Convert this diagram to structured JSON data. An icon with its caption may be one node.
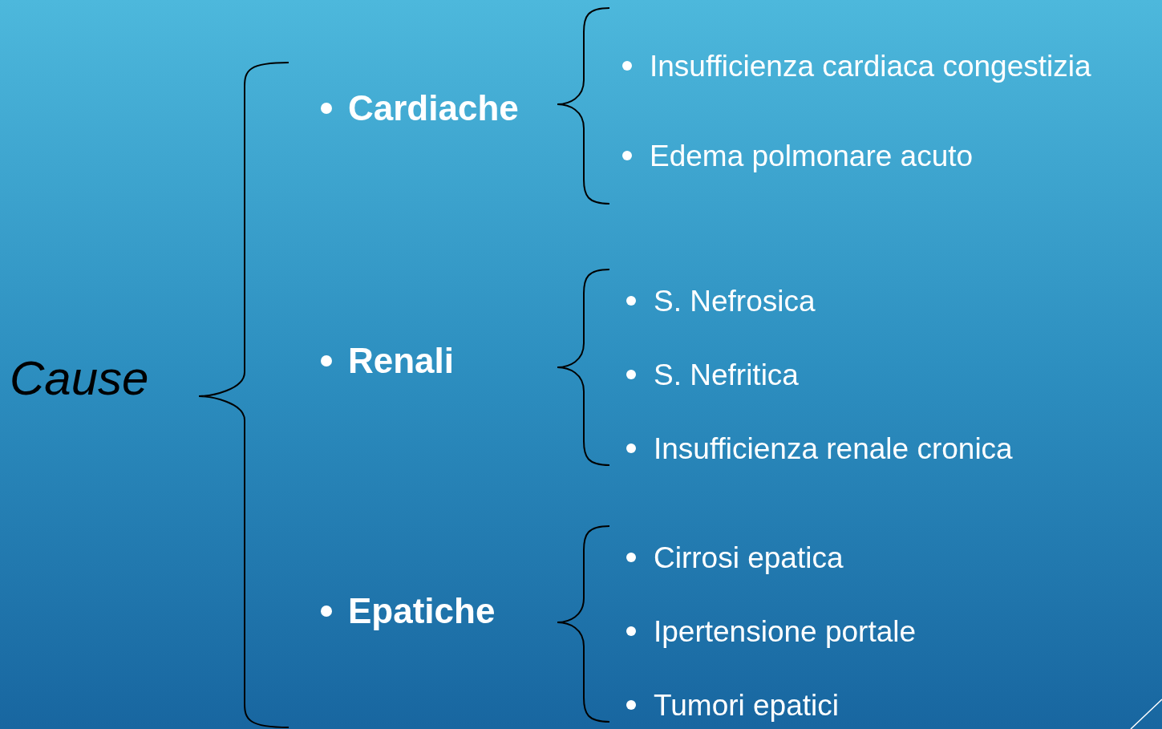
{
  "diagram": {
    "labels": [
      "Cause",
      "Cardiache",
      "Insufficienza cardiaca congestizia",
      "Edema polmonare acuto",
      "Renali",
      "S. Nefrosica",
      "S. Nefritica",
      "Insufficienza renale cronica",
      "Epatiche",
      "Cirrosi epatica",
      "Ipertensione portale",
      "Tumori epatici"
    ]
  }
}
